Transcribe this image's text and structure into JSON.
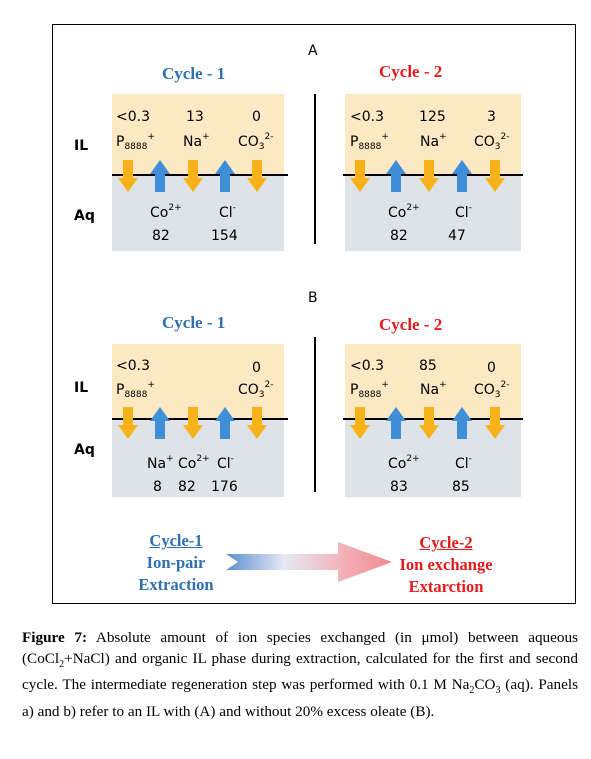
{
  "panels": {
    "A": {
      "label": "A",
      "cycle1": {
        "title": "Cycle - 1",
        "il": {
          "p_value": "<0.3",
          "na_value": "13",
          "co3_value": "0"
        },
        "aq": {
          "co_value": "82",
          "cl_value": "154"
        }
      },
      "cycle2": {
        "title": "Cycle - 2",
        "il": {
          "p_value": "<0.3",
          "na_value": "125",
          "co3_value": "3"
        },
        "aq": {
          "co_value": "82",
          "cl_value": "47"
        }
      }
    },
    "B": {
      "label": "B",
      "cycle1": {
        "title": "Cycle - 1",
        "il": {
          "p_value": "<0.3",
          "co3_value": "0"
        },
        "aq": {
          "na_value": "8",
          "co_value": "82",
          "cl_value": "176"
        }
      },
      "cycle2": {
        "title": "Cycle - 2",
        "il": {
          "p_value": "<0.3",
          "na_value": "85",
          "co3_value": "0"
        },
        "aq": {
          "co_value": "83",
          "cl_value": "85"
        }
      }
    }
  },
  "row_labels": {
    "il": "IL",
    "aq": "Aq"
  },
  "species": {
    "p": "P",
    "p_sub": "8888",
    "p_sup": "+",
    "na": "Na",
    "na_sup": "+",
    "co3": "CO",
    "co3_sub": "3",
    "co3_sup": "2-",
    "co": "Co",
    "co_sup": "2+",
    "cl": "Cl",
    "cl_sup": "-"
  },
  "legend": {
    "left": {
      "title": "Cycle-1",
      "line1": "Ion-pair",
      "line2": "Extraction"
    },
    "right": {
      "title": "Cycle-2",
      "line1": "Ion exchange",
      "line2": "Extarction"
    }
  },
  "caption": {
    "label": "Figure 7:",
    "text_a": " Absolute amount of ion species exchanged (in μmol) between aqueous (CoCl",
    "sub_a": "2",
    "text_b": "+NaCl) and organic IL phase during extraction, calculated for the first and second cycle. The intermediate regeneration step was performed with 0.1 M Na",
    "sub_b": "2",
    "text_c": "CO",
    "sub_c": "3",
    "text_d": " (aq). Panels a) and b) refer to an IL with (A) and without 20% excess oleate (B)."
  },
  "colors": {
    "blue": "#2e6fb2",
    "red": "#e51b1b",
    "il_phase": "#fde8c4",
    "aq_phase": "#dde3e7",
    "arrow_yellow": "#f7b21a",
    "arrow_blue": "#3f8ed8"
  }
}
